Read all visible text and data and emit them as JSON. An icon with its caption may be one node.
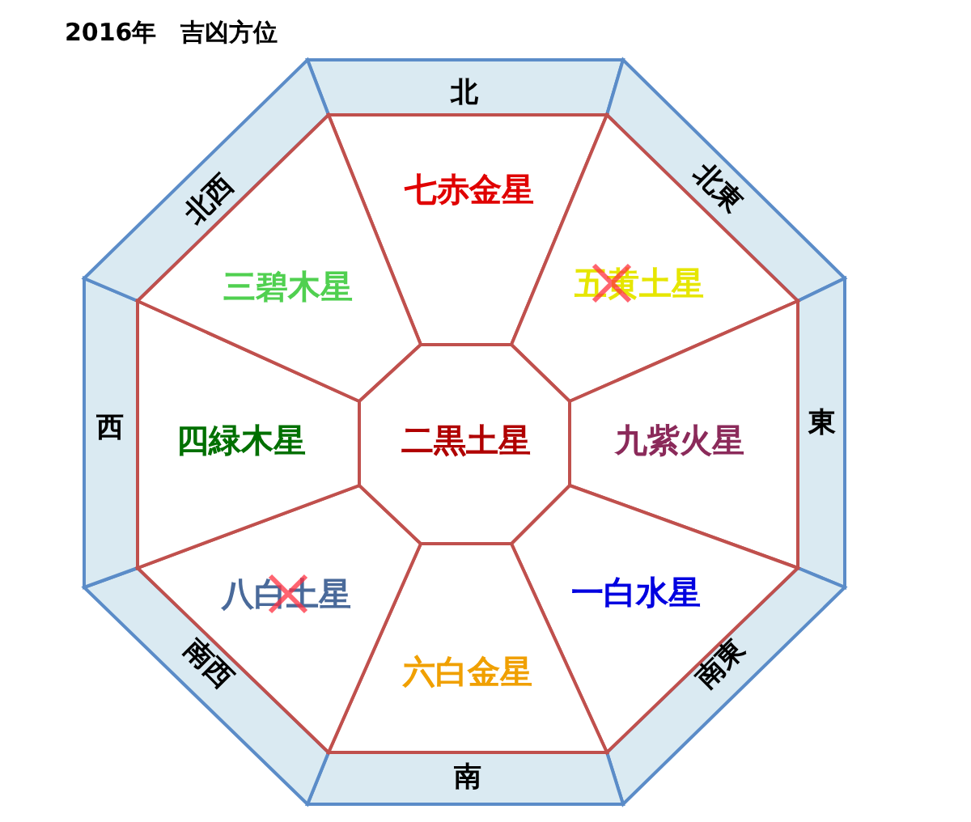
{
  "diagram": {
    "title": "2016年　吉凶方位",
    "nodes": [
      {
        "text": [
          "北"
        ]
      },
      {
        "text": [
          "北東"
        ]
      },
      {
        "text": [
          "東"
        ]
      },
      {
        "text": [
          "南東"
        ]
      },
      {
        "text": [
          "南"
        ]
      },
      {
        "text": [
          "南西"
        ]
      },
      {
        "text": [
          "西"
        ]
      },
      {
        "text": [
          "北西"
        ]
      },
      {
        "text": [
          "七赤金星"
        ]
      },
      {
        "text": [
          "五黄土星"
        ]
      },
      {
        "text": [
          "九紫火星"
        ]
      },
      {
        "text": [
          "一白水星"
        ]
      },
      {
        "text": [
          "六白金星"
        ]
      },
      {
        "text": [
          "八白土星"
        ]
      },
      {
        "text": [
          "四緑木星"
        ]
      },
      {
        "text": [
          "三碧木星"
        ]
      },
      {
        "text": [
          "二黒土星"
        ]
      }
    ]
  }
}
